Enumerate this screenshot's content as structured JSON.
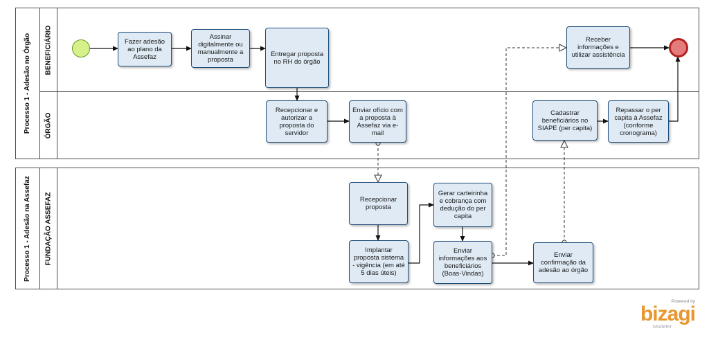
{
  "pools": [
    {
      "label": "Processo 1 - Adesão no Órgão",
      "lanes": [
        {
          "label": "BENEFICIÁRIO"
        },
        {
          "label": "ÓRGÃO"
        }
      ]
    },
    {
      "label": "Processo 1 - Adesão na Assefaz",
      "lanes": [
        {
          "label": "FUNDAÇÃO ASSEFAZ"
        }
      ]
    }
  ],
  "tasks": {
    "fazer_adesao": "Fazer adesão ao plano da Assefaz",
    "assinar": "Assinar digitalmente ou manualmente a proposta",
    "entregar": "Entregar proposta no RH do órgão",
    "receber_info": "Receber informações e utilizar assistência",
    "recepcionar_autorizar": "Recepcionar e autorizar a proposta do servidor",
    "enviar_oficio": "Enviar ofício com a proposta à Assefaz via e-mail",
    "cadastrar": "Cadastrar beneficiários no SIAPE (per capita)",
    "repassar": "Repassar o per capita à Assefaz (conforme cronograma)",
    "recepcionar": "Recepcionar proposta",
    "gerar_carteirinha": "Gerar carteirinha e cobrança com dedução do per capita",
    "implantar": "Implantar proposta sistema - vigência (em até 5 dias úteis)",
    "enviar_info": "Enviar informações aos beneficiários (Boas-Vindas)",
    "enviar_confirmacao": "Enviar confirmação da adesão ao órgão"
  },
  "colors": {
    "task_fill": "#dfeaf5",
    "task_border": "#1f4e79",
    "start_fill": "#d6f08a",
    "start_border": "#6a9a1e",
    "end_fill": "#e47c7c",
    "end_border": "#b22222"
  },
  "logo": {
    "powered": "Powered by",
    "brand": "bizagi",
    "sub": "Modeler"
  }
}
